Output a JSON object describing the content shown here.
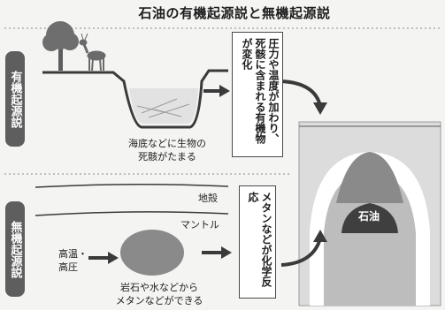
{
  "title": "石油の有機起源説と無機起源説",
  "organic": {
    "side_label": "有機起源説",
    "caption_line1": "海底などに生物の",
    "caption_line2": "死骸がたまる",
    "box_text": "圧力や温度が加わり、死骸に含まれる有機物が変化"
  },
  "inorganic": {
    "side_label": "無機起源説",
    "layer_crust": "地殻",
    "layer_mantle": "マントル",
    "heat_line1": "高温・",
    "heat_line2": "高圧",
    "caption_line1": "岩石や水などから",
    "caption_line2": "メタンなどができる",
    "box_text": "メタンなどが化学反応"
  },
  "result": {
    "oil_label": "石油"
  },
  "icons": {
    "tree": "tree-icon",
    "deer": "deer-icon"
  },
  "colors": {
    "panel": "#dcdcdc",
    "dark_fill": "#5e5e5e",
    "mid_fill": "#8a8a8a",
    "light_fill": "#bdbdbd",
    "line": "#3a3a3a"
  }
}
